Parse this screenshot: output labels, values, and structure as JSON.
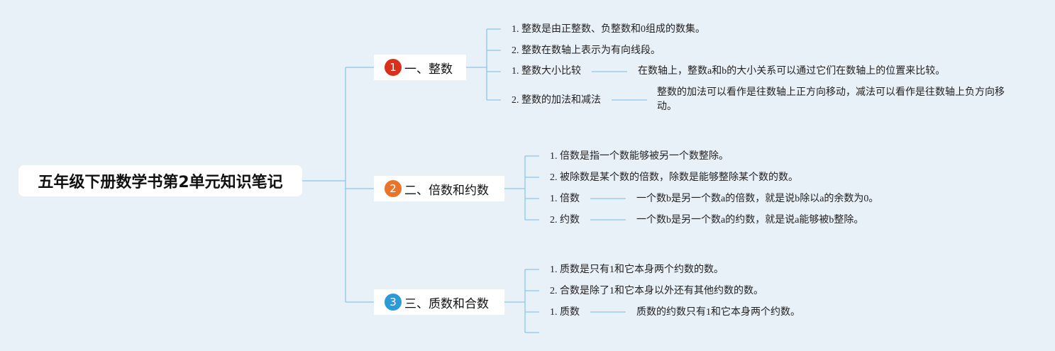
{
  "root": {
    "title": "五年级下册数学书第2单元知识笔记"
  },
  "colors": {
    "line": "#8cc8e8",
    "badge1": "#d9301c",
    "badge2": "#e8742a",
    "badge3": "#2a9bd6"
  },
  "branches": [
    {
      "number": "1",
      "label": "一、整数",
      "leaves": [
        "1. 整数是由正整数、负整数和0组成的数集。",
        "2. 整数在数轴上表示为有向线段。",
        "1. 整数大小比较",
        "2. 整数的加法和减法"
      ],
      "notes": [
        "在数轴上，整数a和b的大小关系可以通过它们在数轴上的位置来比较。",
        "整数的加法可以看作是往数轴上正方向移动，减法可以看作是往数轴上负方向移动。"
      ]
    },
    {
      "number": "2",
      "label": "二、倍数和约数",
      "leaves": [
        "1. 倍数是指一个数能够被另一个数整除。",
        "2. 被除数是某个数的倍数，除数是能够整除某个数的数。",
        "1. 倍数",
        "2. 约数"
      ],
      "notes": [
        "一个数b是另一个数a的倍数，就是说b除以a的余数为0。",
        "一个数b是另一个数a的约数，就是说a能够被b整除。"
      ]
    },
    {
      "number": "3",
      "label": "三、质数和合数",
      "leaves": [
        "1. 质数是只有1和它本身两个约数的数。",
        "2. 合数是除了1和它本身以外还有其他约数的数。",
        "1. 质数"
      ],
      "notes": [
        "质数的约数只有1和它本身两个约数。"
      ]
    }
  ]
}
